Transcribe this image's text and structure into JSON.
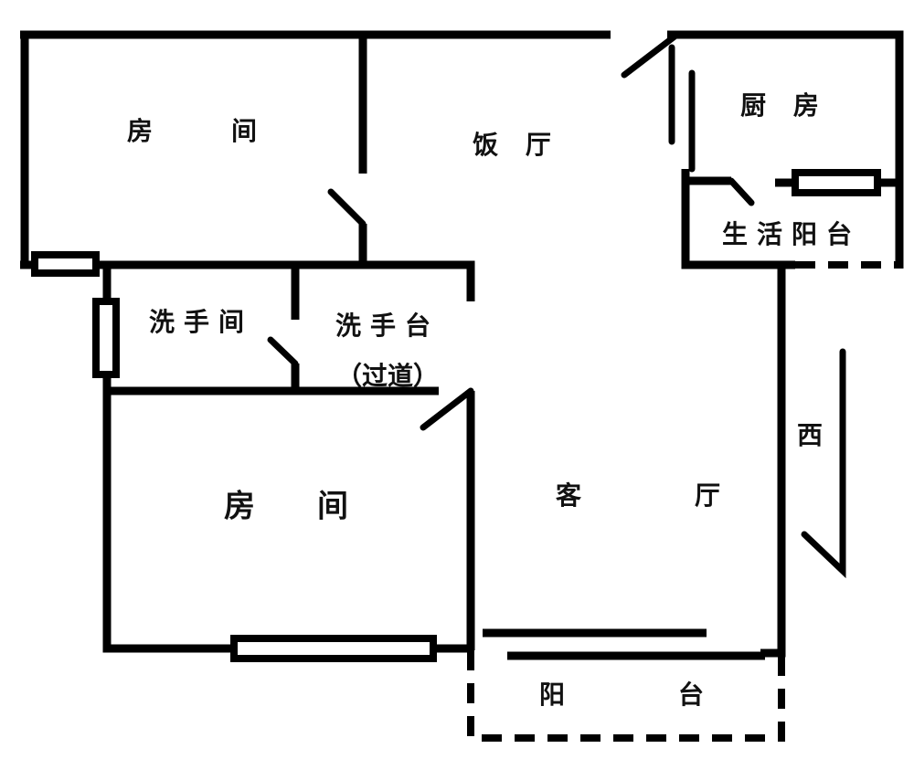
{
  "rooms": {
    "bedroom_top": "房　　间",
    "dining": "饭 厅",
    "kitchen": "厨 房",
    "utility_balcony": "生活阳台",
    "bathroom": "洗手间",
    "washbasin": "洗手台",
    "corridor": "（过道）",
    "bedroom_bottom": "房　　间",
    "living_room": "客　　　厅",
    "balcony": "阳　　　台"
  },
  "orientation": "西"
}
